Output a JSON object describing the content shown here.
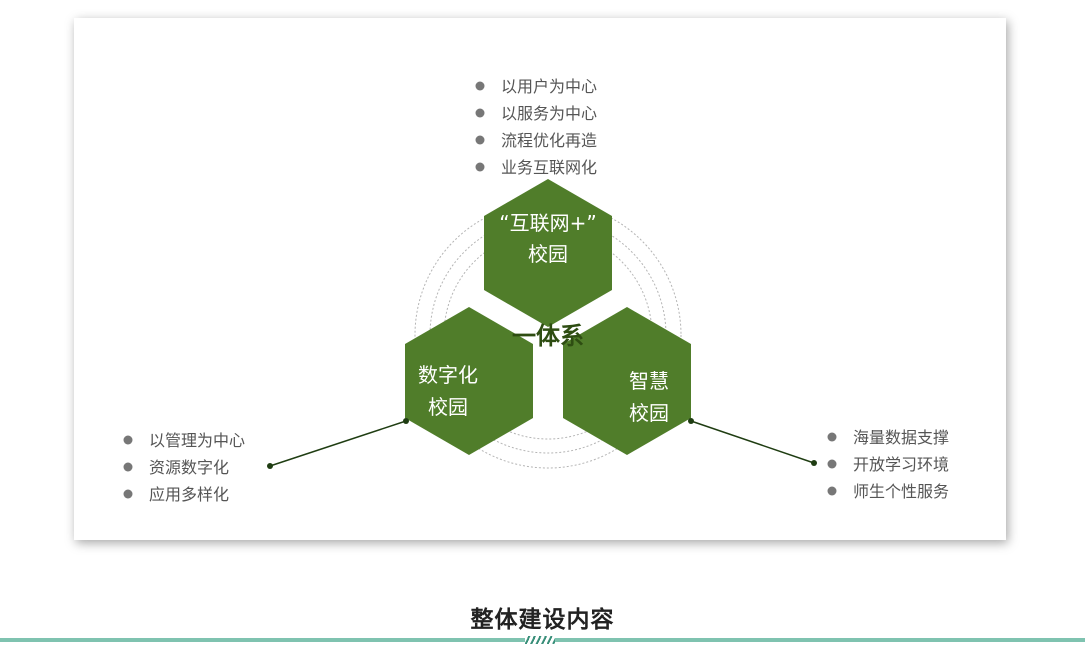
{
  "diagram": {
    "center_label": "一体系",
    "hexagons": {
      "top": {
        "line1": "“互联网+”",
        "line2": "校园"
      },
      "left": {
        "line1": "数字化",
        "line2": "校园"
      },
      "right": {
        "line1": "智慧",
        "line2": "校园"
      }
    },
    "lists": {
      "top": [
        "以用户为中心",
        "以服务为中心",
        "流程优化再造",
        "业务互联网化"
      ],
      "left": [
        "以管理为中心",
        "资源数字化",
        "应用多样化"
      ],
      "right": [
        "海量数据支撑",
        "开放学习环境",
        "师生个性服务"
      ]
    },
    "colors": {
      "hex_fill": "#507d2a",
      "hex_text": "#ffffff",
      "center_text": "#2e4d12",
      "list_text": "#555555",
      "bullet": "#777777",
      "connector": "#1f3d12",
      "ring": "#b5b5b5"
    }
  },
  "caption": "整体建设内容"
}
